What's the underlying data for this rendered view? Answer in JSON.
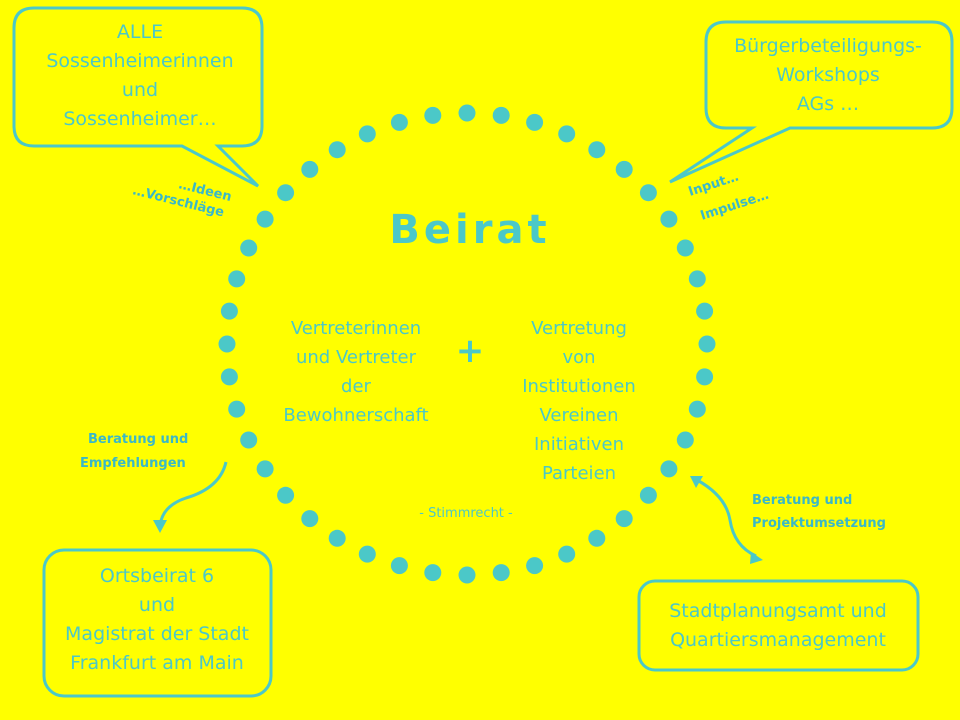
{
  "colors": {
    "background": "#FFFF00",
    "accent": "#4BC8C8"
  },
  "top_left_bubble": {
    "lines": [
      "ALLE",
      "Sossenheimerinnen",
      "und",
      "Sossenheimer…"
    ]
  },
  "top_right_bubble": {
    "lines": [
      "Bürgerbeteiligungs-",
      "Workshops",
      "AGs …"
    ]
  },
  "circle": {
    "title": "Beirat",
    "left_lines": [
      "Vertreterinnen",
      "und Vertreter",
      "der",
      "Bewohnerschaft"
    ],
    "plus": "+",
    "right_lines": [
      "Vertretung",
      "von",
      "Institutionen",
      "Vereinen",
      "Initiativen",
      "Parteien"
    ],
    "voting": "- Stimmrecht -"
  },
  "labels": {
    "ideas": "…Ideen",
    "suggestions": "…Vorschläge",
    "input": "Input…",
    "impulses": "Impulse…",
    "advice_left_1": "Beratung und",
    "advice_left_2": "Empfehlungen",
    "advice_right_1": "Beratung und",
    "advice_right_2": "Projektumsetzung"
  },
  "bottom_left_box": {
    "lines": [
      "Ortsbeirat 6",
      "und",
      "Magistrat der Stadt",
      "Frankfurt am Main"
    ]
  },
  "bottom_right_box": {
    "lines": [
      "Stadtplanungsamt und",
      "Quartiersmanagement"
    ]
  }
}
